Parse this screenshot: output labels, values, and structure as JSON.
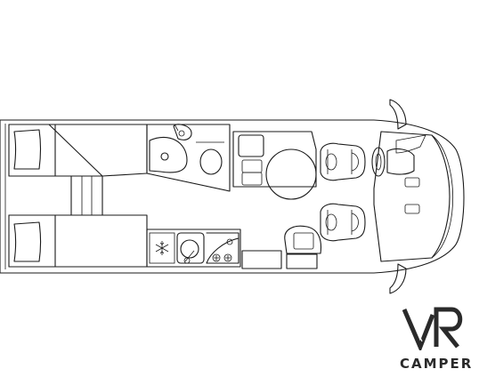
{
  "diagram": {
    "type": "motorhome-floor-plan",
    "stroke_color": "#1a1a1a",
    "background": "#ffffff",
    "icons": [
      "snowflake-icon",
      "sink-icon",
      "stove-burner-icon",
      "steering-wheel-icon"
    ]
  },
  "logo": {
    "mark_letters": "VR",
    "wordmark": "CAMPER",
    "color": "#2a2a2a"
  }
}
